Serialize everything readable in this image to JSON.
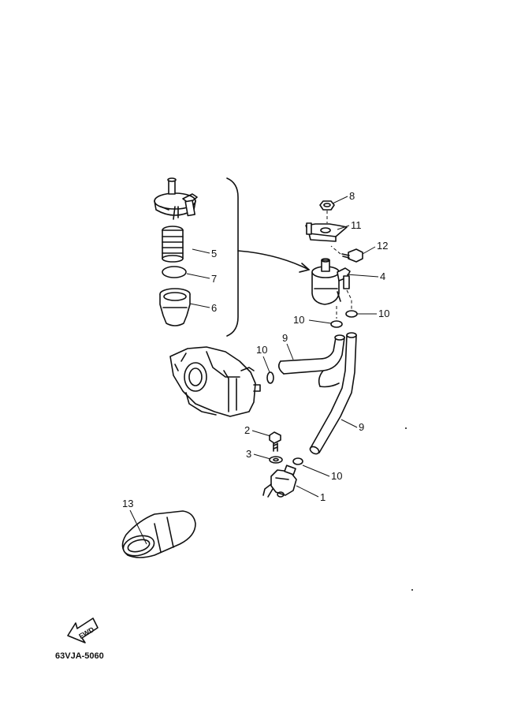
{
  "callouts": [
    {
      "id": "c1",
      "text": "1"
    },
    {
      "id": "c2",
      "text": "2"
    },
    {
      "id": "c3",
      "text": "3"
    },
    {
      "id": "c4",
      "text": "4"
    },
    {
      "id": "c5",
      "text": "5"
    },
    {
      "id": "c6",
      "text": "6"
    },
    {
      "id": "c7",
      "text": "7"
    },
    {
      "id": "c8",
      "text": "8"
    },
    {
      "id": "c9a",
      "text": "9"
    },
    {
      "id": "c9b",
      "text": "9"
    },
    {
      "id": "c10a",
      "text": "10"
    },
    {
      "id": "c10b",
      "text": "10"
    },
    {
      "id": "c10c",
      "text": "10"
    },
    {
      "id": "c10d",
      "text": "10"
    },
    {
      "id": "c11",
      "text": "11"
    },
    {
      "id": "c12",
      "text": "12"
    },
    {
      "id": "c13",
      "text": "13"
    }
  ],
  "fwd_label": "FWD",
  "diagram_code": "63VJA-5060"
}
